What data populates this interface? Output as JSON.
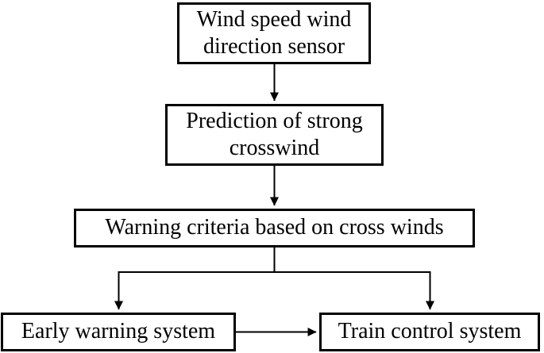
{
  "diagram": {
    "type": "flowchart",
    "background": "#ffffff",
    "colors": {
      "box_border": "#000000",
      "text": "#000000",
      "line": "#000000"
    },
    "nodes": {
      "sensor": {
        "label": "Wind speed wind direction sensor",
        "lines": [
          "Wind speed wind",
          "direction sensor"
        ]
      },
      "prediction": {
        "label": "Prediction of strong crosswind",
        "lines": [
          "Prediction of strong",
          "crosswind"
        ]
      },
      "criteria": {
        "label": "Warning criteria based on cross winds",
        "lines": [
          "Warning criteria based on cross winds"
        ]
      },
      "early_warning": {
        "label": "Early warning system",
        "lines": [
          "Early warning system"
        ]
      },
      "train_control": {
        "label": "Train control system",
        "lines": [
          "Train control system"
        ]
      }
    },
    "edges": [
      {
        "from": "sensor",
        "to": "prediction",
        "style": "arrow-down"
      },
      {
        "from": "prediction",
        "to": "criteria",
        "style": "arrow-down"
      },
      {
        "from": "criteria",
        "to": "early_warning",
        "style": "arrow-branch-down"
      },
      {
        "from": "criteria",
        "to": "train_control",
        "style": "arrow-branch-down"
      },
      {
        "from": "early_warning",
        "to": "train_control",
        "style": "arrow-right"
      }
    ]
  }
}
